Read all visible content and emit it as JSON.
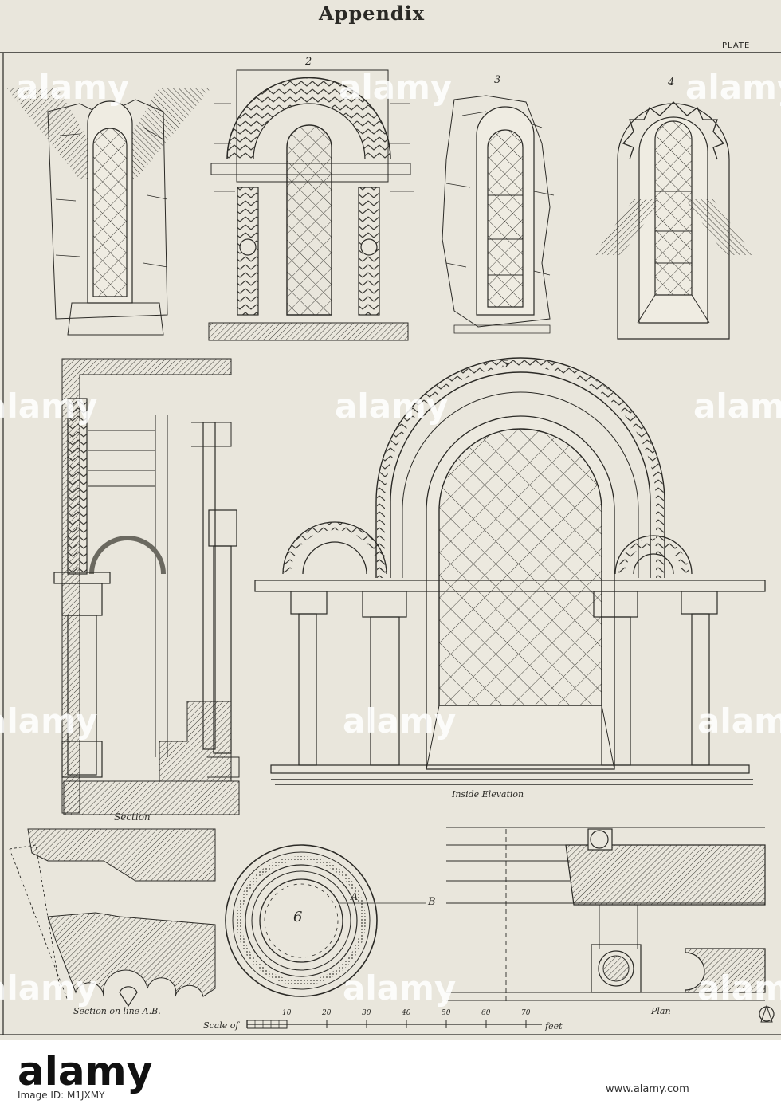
{
  "title": "Appendix",
  "plate_label": "PLATE",
  "figure_numbers": [
    "2",
    "3",
    "4",
    "5",
    "6"
  ],
  "labels": {
    "section": "Section",
    "inside_elevation": "Inside Elevation",
    "section_ab": "Section on line A.B.",
    "plan": "Plan",
    "point_a": "A",
    "point_b": "B",
    "scale_of": "Scale of",
    "scale_ticks": [
      "10",
      "20",
      "30",
      "40",
      "50",
      "60",
      "70"
    ],
    "scale_unit": "feet"
  },
  "watermark": {
    "text": "alamy",
    "image_id": "Image ID: M1JXMY",
    "url": "www.alamy.com"
  },
  "colors": {
    "paper": "#e9e6dc",
    "ink": "#2b2a26"
  }
}
